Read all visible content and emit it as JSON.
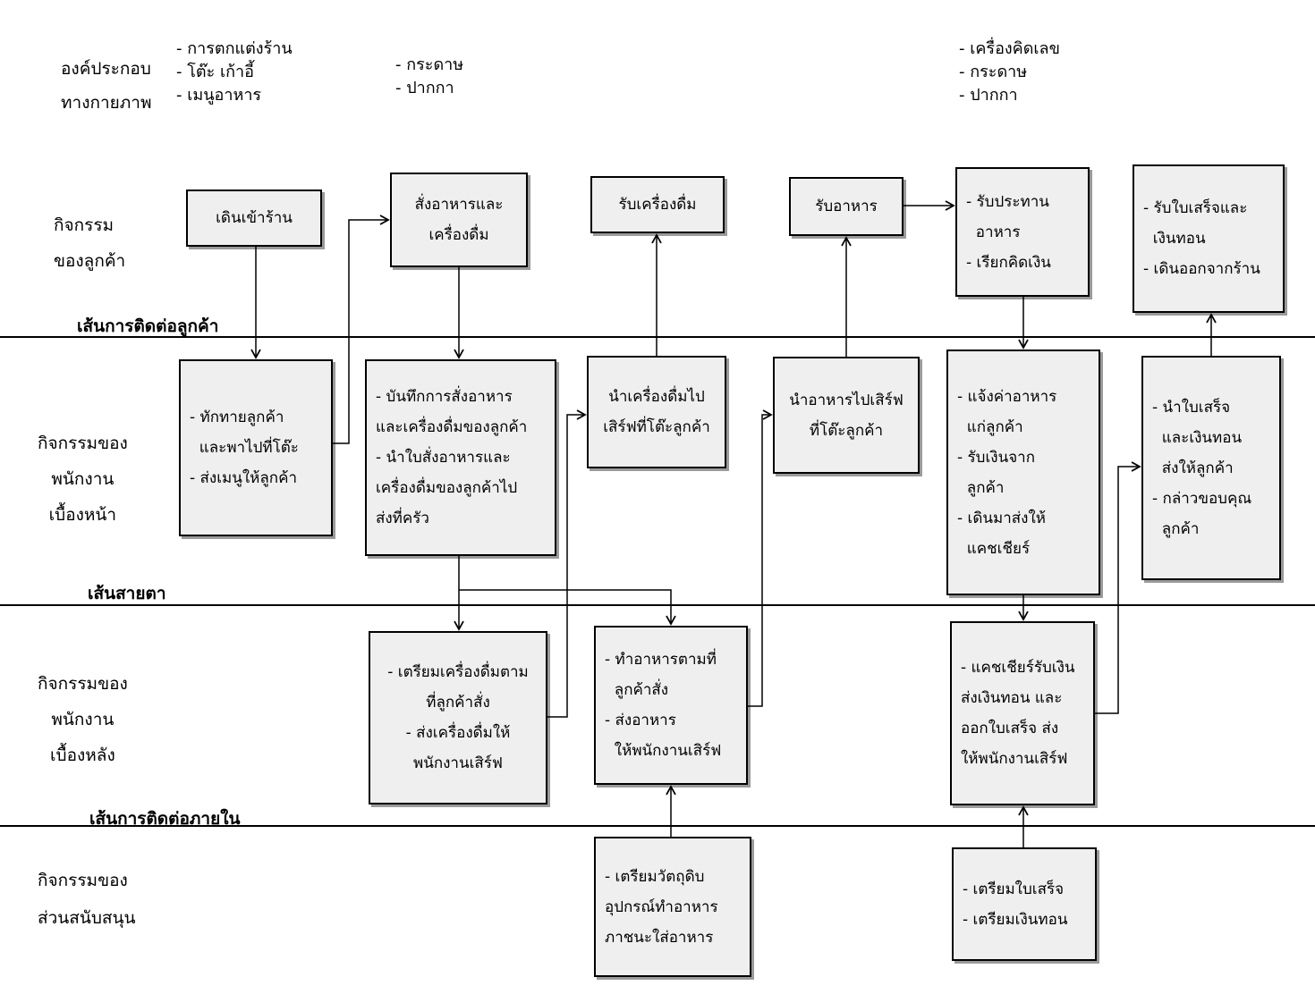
{
  "physical": {
    "label": [
      "องค์ประกอบ",
      "ทางกายภาพ"
    ],
    "group1": [
      "- การตกแต่งร้าน",
      "- โต๊ะ เก้าอี้",
      "- เมนูอาหาร"
    ],
    "group2": [
      "- กระดาษ",
      "- ปากกา"
    ],
    "group3": [
      "- เครื่องคิดเลข",
      "- กระดาษ",
      "- ปากกา"
    ]
  },
  "lanes": {
    "customer": [
      "กิจกรรม",
      "ของลูกค้า"
    ],
    "front": [
      "กิจกรรมของ",
      "พนักงาน",
      "เบื้องหน้า"
    ],
    "back": [
      "กิจกรรมของ",
      "พนักงาน",
      "เบื้องหลัง"
    ],
    "support": [
      "กิจกรรมของ",
      "ส่วนสนับสนุน"
    ]
  },
  "lines": {
    "interaction": "เส้นการติดต่อลูกค้า",
    "visibility": "เส้นสายตา",
    "internal": "เส้นการติดต่อภายใน"
  },
  "boxes": {
    "c1": [
      "เดินเข้าร้าน"
    ],
    "c2": [
      "สั่งอาหารและ",
      "เครื่องดื่ม"
    ],
    "c3": [
      "รับเครื่องดื่ม"
    ],
    "c4": [
      "รับอาหาร"
    ],
    "c5": [
      "- รับประทาน",
      "  อาหาร",
      "- เรียกคิดเงิน"
    ],
    "c6": [
      "- รับใบเสร็จและ",
      "  เงินทอน",
      "- เดินออกจากร้าน"
    ],
    "f1": [
      "- ทักทายลูกค้า",
      "  และพาไปที่โต๊ะ",
      "- ส่งเมนูให้ลูกค้า"
    ],
    "f2": [
      "- บันทึกการสั่งอาหาร",
      "และเครื่องดื่มของลูกค้า",
      "- นำใบสั่งอาหารและ",
      "เครื่องดื่มของลูกค้าไป",
      "ส่งที่ครัว"
    ],
    "f3": [
      "นำเครื่องดื่มไป",
      "เสิร์ฟที่โต๊ะลูกค้า"
    ],
    "f4": [
      "นำอาหารไปเสิร์ฟ",
      "ที่โต๊ะลูกค้า"
    ],
    "f5": [
      "- แจ้งค่าอาหาร",
      "  แก่ลูกค้า",
      "- รับเงินจาก",
      "  ลูกค้า",
      "- เดินมาส่งให้",
      "  แคชเชียร์"
    ],
    "f6": [
      "- นำใบเสร็จ",
      "  และเงินทอน",
      "  ส่งให้ลูกค้า",
      "- กล่าวขอบคุณ",
      "  ลูกค้า"
    ],
    "b1": [
      "- เตรียมเครื่องดื่มตาม",
      "ที่ลูกค้าสั่ง",
      "- ส่งเครื่องดื่มให้",
      "พนักงานเสิร์ฟ"
    ],
    "b2": [
      "- ทำอาหารตามที่",
      "  ลูกค้าสั่ง",
      "- ส่งอาหาร",
      "  ให้พนักงานเสิร์ฟ"
    ],
    "b3": [
      "- แคชเชียร์รับเงิน",
      "ส่งเงินทอน และ",
      "ออกใบเสร็จ ส่ง",
      "ให้พนักงานเสิร์ฟ"
    ],
    "s1": [
      "- เตรียมวัตถุดิบ",
      "อุปกรณ์ทำอาหาร",
      "ภาชนะใส่อาหาร"
    ],
    "s2": [
      "- เตรียมใบเสร็จ",
      "- เตรียมเงินทอน"
    ]
  }
}
